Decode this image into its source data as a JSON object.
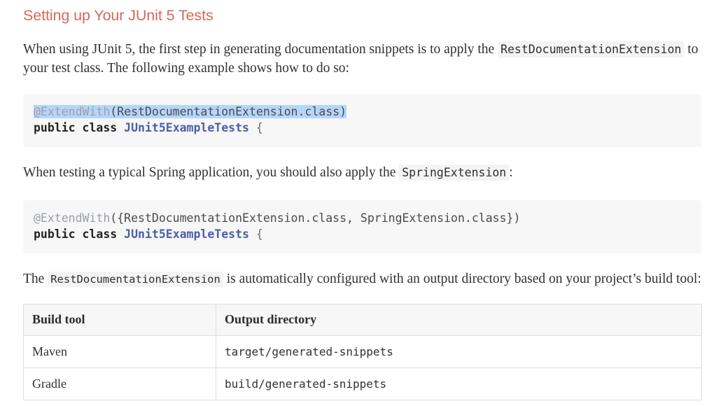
{
  "heading": "Setting up Your JUnit 5 Tests",
  "paragraph_1": {
    "before_code": "When using JUnit 5, the first step in generating documentation snippets is to apply the",
    "code": "RestDocumentationExtension",
    "after_code": "to your test class. The following example shows how to do so:"
  },
  "code_block_1": {
    "selected": true,
    "line_1": {
      "annotation": "@ExtendWith",
      "rest": "(RestDocumentationExtension.class)"
    },
    "line_2": {
      "keywords": "public class",
      "type_name": "JUnit5ExampleTests",
      "brace": "{"
    }
  },
  "paragraph_2": {
    "before_code": "When testing a typical Spring application, you should also apply the",
    "code": "SpringExtension",
    "after_code": ":"
  },
  "code_block_2": {
    "selected": false,
    "line_1": {
      "annotation": "@ExtendWith",
      "rest": "({RestDocumentationExtension.class, SpringExtension.class})"
    },
    "line_2": {
      "keywords": "public class",
      "type_name": "JUnit5ExampleTests",
      "brace": "{"
    }
  },
  "paragraph_3": {
    "before_code": "The",
    "code": "RestDocumentationExtension",
    "after_code": "is automatically configured with an output directory based on your project’s build tool:"
  },
  "table": {
    "headers": [
      "Build tool",
      "Output directory"
    ],
    "rows": [
      {
        "build_tool": "Maven",
        "output_directory": "target/generated-snippets"
      },
      {
        "build_tool": "Gradle",
        "output_directory": "build/generated-snippets"
      }
    ]
  },
  "colors": {
    "heading": "#d4695b",
    "code_background": "#f7f7f8",
    "inline_code_background": "#f4f4f5",
    "selection_highlight": "#b5d6fb",
    "annotation_token": "#9ba0a6",
    "type_token": "#4a5fa8",
    "table_border": "#dedede"
  }
}
